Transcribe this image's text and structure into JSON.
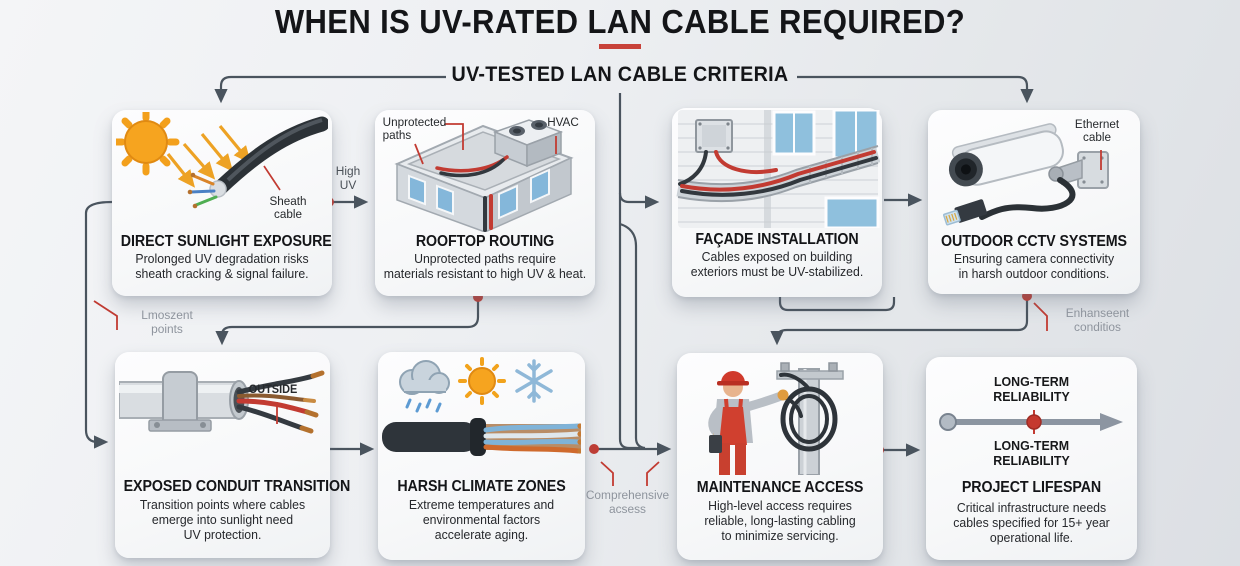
{
  "title": "WHEN IS UV-RATED LAN CABLE REQUIRED?",
  "subtitle": "UV-TESTED LAN CABLE CRITERIA",
  "colors": {
    "accent_red": "#c23b32",
    "connector": "#4a545e",
    "muted_label": "#8e949d",
    "card_background": "#fbfcfd",
    "page_background": "#e9ebee"
  },
  "cards": [
    {
      "title": "DIRECT SUNLIGHT EXPOSURE",
      "body_lines": [
        "Prolonged UV degradation risks",
        "sheath cracking & signal failure."
      ],
      "callout_lines": [
        "Sheath",
        "cable"
      ],
      "icon": "sun-over-cable-illustration"
    },
    {
      "title": "ROOFTOP ROUTING",
      "body_lines": [
        "Unprotected paths require",
        "materials resistant to high UV & heat."
      ],
      "callout1_lines": [
        "Unprotected",
        "paths"
      ],
      "callout2": "HVAC",
      "icon": "rooftop-building-illustration"
    },
    {
      "title": "FAÇADE INSTALLATION",
      "body_lines": [
        "Cables exposed on building",
        "exteriors must be UV-stabilized."
      ],
      "icon": "facade-cable-tray-illustration"
    },
    {
      "title": "OUTDOOR CCTV SYSTEMS",
      "body_lines": [
        "Ensuring camera connectivity",
        "in harsh outdoor conditions."
      ],
      "callout_lines": [
        "Ethernet",
        "cable"
      ],
      "icon": "cctv-camera-illustration"
    },
    {
      "title": "EXPOSED CONDUIT TRANSITION",
      "body_lines": [
        "Transition points where cables",
        "emerge into sunlight need",
        "UV protection."
      ],
      "callout": "OUTSIDE",
      "icon": "conduit-transition-illustration"
    },
    {
      "title": "HARSH CLIMATE ZONES",
      "body_lines": [
        "Extreme temperatures and",
        "environmental factors",
        "accelerate aging."
      ],
      "icon": "weather-cable-illustration"
    },
    {
      "title": "MAINTENANCE ACCESS",
      "body_lines": [
        "High-level access requires",
        "reliable, long-lasting cabling",
        "to minimize servicing."
      ],
      "icon": "worker-pole-illustration"
    },
    {
      "title": "PROJECT LIFESPAN",
      "body_lines": [
        "Critical infrastructure needs",
        "cables specified for 15+ year",
        "operational life."
      ],
      "axis_label_lines": [
        "LONG-TERM",
        "RELIABILITY"
      ],
      "icon": "timeline-illustration"
    }
  ],
  "connector_notes": {
    "high_uv_lines": [
      "High",
      "UV"
    ],
    "transition_lines": [
      "Lmoszent",
      "points"
    ],
    "enhancement_lines": [
      "Enhanseent",
      "conditios"
    ],
    "comprehensive_lines": [
      "Comprehensive",
      "acsess"
    ]
  }
}
